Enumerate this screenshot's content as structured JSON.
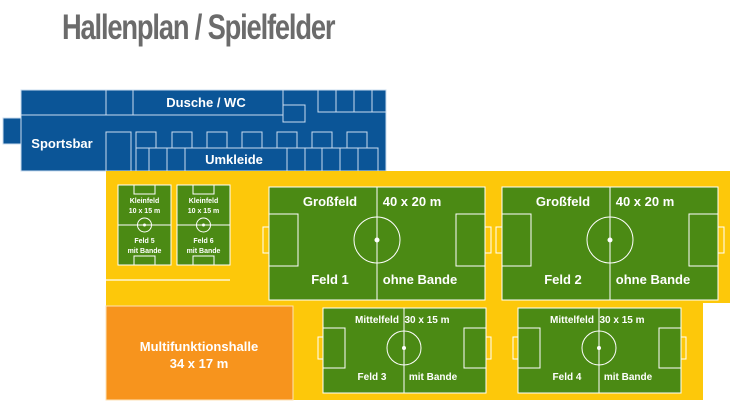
{
  "title": "Hallenplan / Spielfelder",
  "colors": {
    "building_blue": "#0b5597",
    "hall_yellow": "#fdc80a",
    "pitch_green": "#4b8a14",
    "multi_orange": "#f7941d",
    "title_gray": "#6b6b6b",
    "line_white": "#ffffff"
  },
  "building": {
    "dusche_wc": "Dusche / WC",
    "sportsbar": "Sportsbar",
    "umkleide": "Umkleide"
  },
  "fields": {
    "feld1": {
      "type": "Großfeld",
      "size": "40 x 20 m",
      "name": "Feld 1",
      "boards": "ohne Bande"
    },
    "feld2": {
      "type": "Großfeld",
      "size": "40 x 20 m",
      "name": "Feld 2",
      "boards": "ohne Bande"
    },
    "feld3": {
      "type": "Mittelfeld",
      "size": "30 x 15 m",
      "name": "Feld 3",
      "boards": "mit Bande"
    },
    "feld4": {
      "type": "Mittelfeld",
      "size": "30 x 15 m",
      "name": "Feld 4",
      "boards": "mit Bande"
    },
    "feld5": {
      "type": "Kleinfeld",
      "size": "10 x 15 m",
      "name": "Feld 5",
      "boards": "mit Bande"
    },
    "feld6": {
      "type": "Kleinfeld",
      "size": "10 x 15 m",
      "name": "Feld 6",
      "boards": "mit Bande"
    }
  },
  "multifunktionshalle": {
    "name": "Multifunktionshalle",
    "size": "34 x 17 m"
  }
}
